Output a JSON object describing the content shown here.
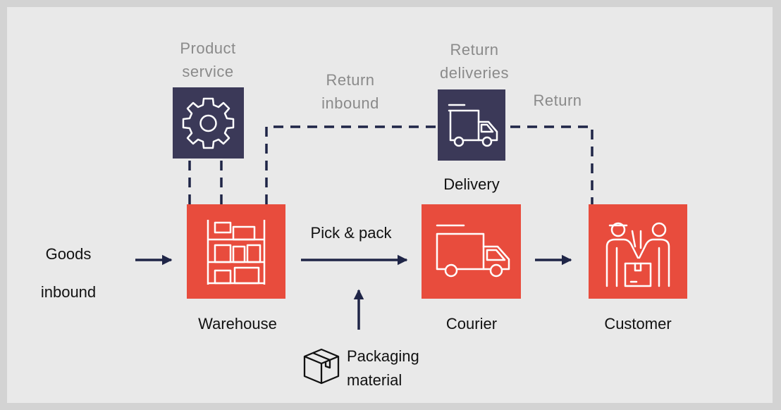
{
  "colors": {
    "background_outer": "#d3d3d3",
    "background_panel": "#e9e9e9",
    "node_red": "#e84c3d",
    "node_navy": "#3b3958",
    "connector": "#1f2547",
    "label_dark": "#111111",
    "label_grey": "#8a8a8a"
  },
  "nodes": {
    "warehouse": {
      "label": "Warehouse",
      "icon": "warehouse-shelves-icon"
    },
    "courier": {
      "label": "Courier",
      "icon": "delivery-truck-icon"
    },
    "customer": {
      "label": "Customer",
      "icon": "courier-handover-icon"
    },
    "product_service": {
      "label_line1": "Product",
      "label_line2": "service",
      "icon": "gear-icon"
    },
    "delivery": {
      "label": "Delivery",
      "top_label_line1": "Return",
      "top_label_line2": "deliveries",
      "icon": "moving-truck-icon"
    }
  },
  "labels": {
    "goods_inbound_line1": "Goods",
    "goods_inbound_line2": "inbound",
    "pick_pack": "Pick & pack",
    "return_inbound_line1": "Return",
    "return_inbound_line2": "inbound",
    "return": "Return",
    "packaging_line1": "Packaging",
    "packaging_line2": "material",
    "packaging_icon": "cardboard-box-icon"
  }
}
